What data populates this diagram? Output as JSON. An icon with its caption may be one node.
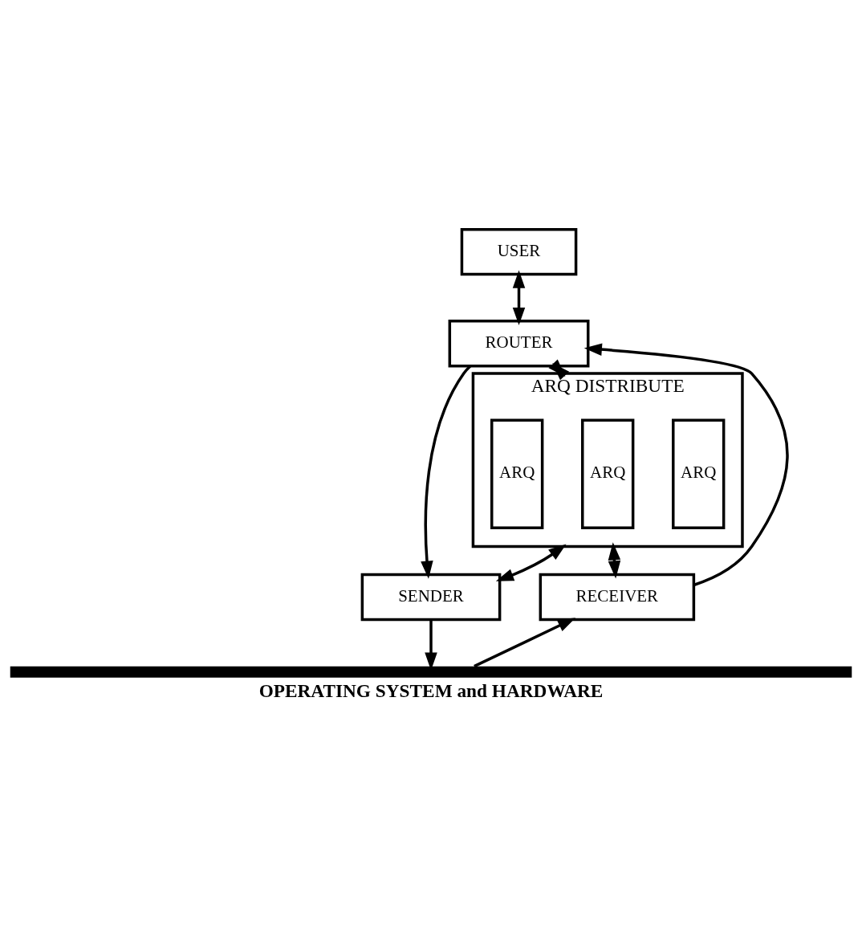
{
  "diagram": {
    "nodes": [
      {
        "text": [
          "USER"
        ]
      },
      {
        "text": [
          "ROUTER"
        ]
      },
      {
        "text": [
          "ARQ DISTRIBUTE"
        ]
      },
      {
        "text": [
          "ARQ"
        ],
        "in": 2
      },
      {
        "text": [
          "ARQ"
        ],
        "in": 2
      },
      {
        "text": [
          "ARQ"
        ],
        "in": 2
      },
      {
        "text": [
          "SENDER"
        ]
      },
      {
        "text": [
          "RECEIVER"
        ]
      },
      {
        "text": [
          "OPERATING SYSTEM and HARDWARE"
        ]
      }
    ],
    "edges": [
      {
        "from": 0,
        "to": 1,
        "arrow": "both"
      },
      {
        "from": 1,
        "to": 2,
        "arrow": "both"
      },
      {
        "from": 1,
        "to": 6,
        "arrow": "to"
      },
      {
        "from": 2,
        "to": 6,
        "arrow": "both"
      },
      {
        "from": 2,
        "to": 7,
        "arrow": "both"
      },
      {
        "from": 7,
        "to": 1,
        "arrow": "to"
      },
      {
        "from": 6,
        "to": 8,
        "arrow": "to"
      },
      {
        "from": 8,
        "to": 7,
        "arrow": "to"
      }
    ]
  }
}
